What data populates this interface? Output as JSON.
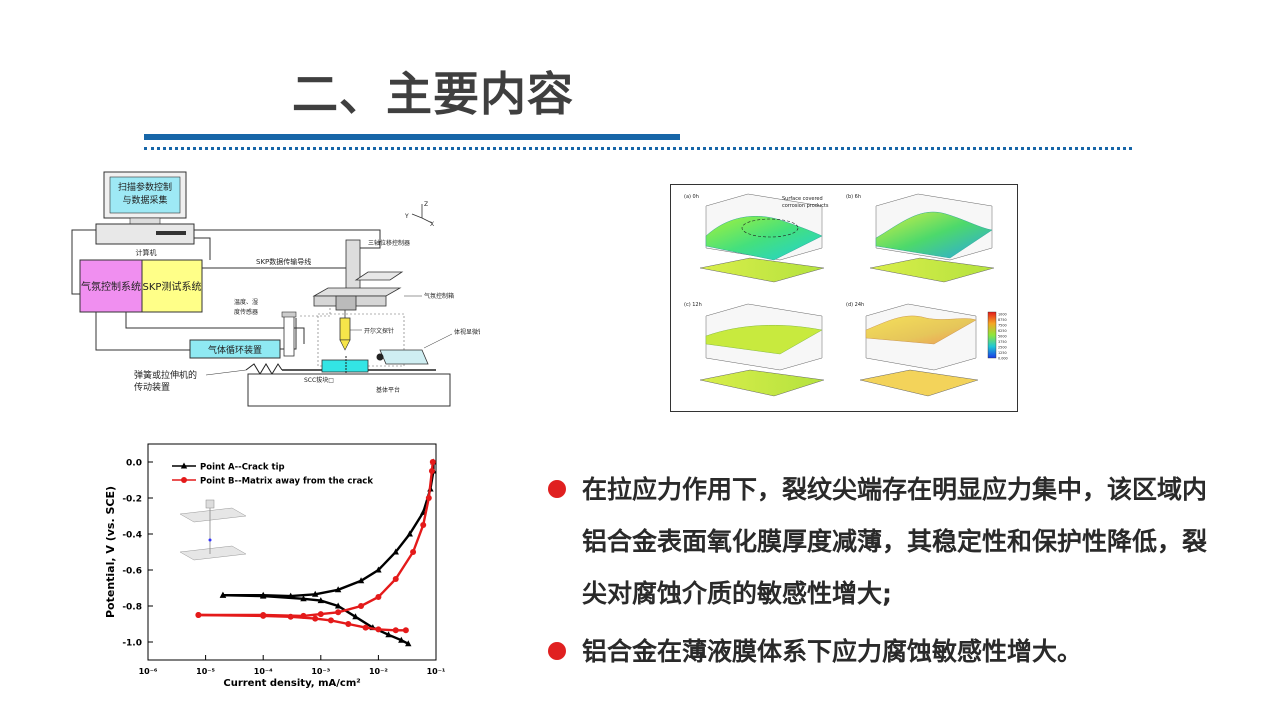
{
  "slide": {
    "title": "二、主要内容"
  },
  "apparatus": {
    "computer_label": "扫描参数控制\n与数据采集",
    "computer_sub": "计算机",
    "gas_control": "气氛控制系统",
    "skp_system": "SKP测试系统",
    "skp_transfer": "SKP数据传输导线",
    "three_axis": "三轴位移控制器",
    "humidity_sensor": "温度、湿\n度传感器",
    "gas_chamber": "气氛控制箱",
    "kelvin_probe": "开尔文探针",
    "gas_cycle": "气体循环装置",
    "microscope": "体视显微镜",
    "spring_device": "弹簧或拉伸机的\n传动装置",
    "scc_label": "SCC拔块□",
    "base": "基体平台",
    "axis_x": "X",
    "axis_y": "Y",
    "axis_z": "Z"
  },
  "surface_maps": {
    "panels": [
      "(a) 0h",
      "(b) 6h",
      "(c) 12h",
      "(d) 24h"
    ],
    "annotation": "Surface covered\ncorrosion products",
    "colorbar_ticks": [
      "1000",
      "8750",
      "7500",
      "6250",
      "5000",
      "3750",
      "2500",
      "1250",
      "0.000"
    ]
  },
  "chart_data": {
    "type": "line",
    "title": "",
    "xlabel": "Current density, mA/cm²",
    "ylabel": "Potential, V (vs. SCE)",
    "xscale": "log",
    "xlim": [
      1e-06,
      0.1
    ],
    "ylim": [
      -1.1,
      0.1
    ],
    "x_ticks": [
      "10⁻⁶",
      "10⁻⁵",
      "10⁻⁴",
      "10⁻³",
      "10⁻²",
      "10⁻¹"
    ],
    "y_ticks": [
      "0.0",
      "-0.2",
      "-0.4",
      "-0.6",
      "-0.8",
      "-1.0"
    ],
    "legend_position": "top-left",
    "series": [
      {
        "name": "Point A--Crack tip",
        "color": "#000000",
        "marker": "triangle",
        "anodic": [
          [
            2e-05,
            -0.74
          ],
          [
            0.0001,
            -0.74
          ],
          [
            0.0003,
            -0.745
          ],
          [
            0.0008,
            -0.735
          ],
          [
            0.002,
            -0.71
          ],
          [
            0.005,
            -0.66
          ],
          [
            0.01,
            -0.6
          ],
          [
            0.02,
            -0.5
          ],
          [
            0.035,
            -0.4
          ],
          [
            0.06,
            -0.28
          ],
          [
            0.08,
            -0.15
          ],
          [
            0.09,
            -0.05
          ],
          [
            0.09,
            0.0
          ]
        ],
        "cathodic": [
          [
            2e-05,
            -0.74
          ],
          [
            0.0001,
            -0.745
          ],
          [
            0.0005,
            -0.76
          ],
          [
            0.001,
            -0.77
          ],
          [
            0.002,
            -0.8
          ],
          [
            0.004,
            -0.86
          ],
          [
            0.008,
            -0.92
          ],
          [
            0.015,
            -0.96
          ],
          [
            0.025,
            -0.99
          ],
          [
            0.033,
            -1.01
          ]
        ]
      },
      {
        "name": "Point B--Matrix away from the crack",
        "color": "#e41a1a",
        "marker": "circle",
        "anodic": [
          [
            7.5e-06,
            -0.85
          ],
          [
            0.0001,
            -0.85
          ],
          [
            0.0005,
            -0.855
          ],
          [
            0.001,
            -0.845
          ],
          [
            0.002,
            -0.835
          ],
          [
            0.005,
            -0.8
          ],
          [
            0.01,
            -0.75
          ],
          [
            0.02,
            -0.65
          ],
          [
            0.04,
            -0.5
          ],
          [
            0.06,
            -0.35
          ],
          [
            0.075,
            -0.2
          ],
          [
            0.085,
            -0.05
          ],
          [
            0.088,
            0.0
          ]
        ],
        "cathodic": [
          [
            7.5e-06,
            -0.85
          ],
          [
            0.0001,
            -0.855
          ],
          [
            0.0003,
            -0.86
          ],
          [
            0.0008,
            -0.87
          ],
          [
            0.0015,
            -0.88
          ],
          [
            0.003,
            -0.9
          ],
          [
            0.006,
            -0.92
          ],
          [
            0.01,
            -0.93
          ],
          [
            0.02,
            -0.935
          ],
          [
            0.03,
            -0.935
          ]
        ]
      }
    ]
  },
  "bullets": [
    "在拉应力作用下，裂纹尖端存在明显应力集中，该区域内铝合金表面氧化膜厚度减薄，其稳定性和保护性降低，裂尖对腐蚀介质的敏感性增大;",
    "铝合金在薄液膜体系下应力腐蚀敏感性增大。"
  ]
}
